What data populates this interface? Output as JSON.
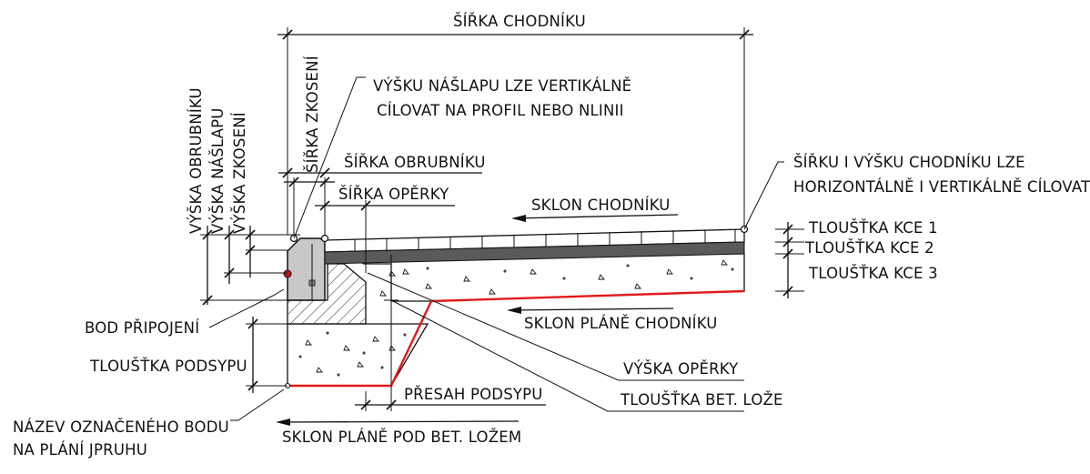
{
  "labels": {
    "sirka_chodniku": "ŠÍŘKA CHODNÍKU",
    "sirka_zkoseni": "ŠÍŘKA ZKOSENÍ",
    "vysku_naslapu_1": "VÝŠKU  NÁŠLAPU LZE VERTIKÁLNĚ",
    "vysku_naslapu_2": "CÍLOVAT NA PROFIL NEBO NLINII",
    "vyska_obrubniku": "VÝŠKA OBRUBNÍKU",
    "vyska_naslapu": "VÝŠKA NÁŠLAPU",
    "vyska_zkoseni": "VÝŠKA ZKOSENÍ",
    "sirka_obrubniku": "ŠÍŘKA OBRUBNÍKU",
    "sirka_operky": "ŠÍŘKA OPĚRKY",
    "sklon_chodniku": "SKLON CHODNÍKU",
    "sirku_vysku_1": "ŠÍŘKU I VÝŠKU CHODNÍKU LZE",
    "sirku_vysku_2": "HORIZONTÁLNĚ I VERTIKÁLNĚ CÍLOVAT",
    "tloustka_kce_1": "TLOUŠŤKA KCE 1",
    "tloustka_kce_2": "TLOUŠŤKA KCE 2",
    "tloustka_kce_3": "TLOUŠŤKA KCE 3",
    "bod_pripojeni": "BOD PŘIPOJENÍ",
    "sklon_plane_chodniku": "SKLON PLÁNĚ CHODNÍKU",
    "tloustka_podsypu": "TLOUŠŤKA PODSYPU",
    "vyska_operky": "VÝŠKA OPĚRKY",
    "tloustka_bet_loze": "TLOUŠŤKA BET. LOŽE",
    "presah_podsypu": "PŘESAH PODSYPU",
    "nazev_bodu_1": "NÁZEV OZNAČENÉHO BODU",
    "nazev_bodu_2": "NA PLÁNÍ JPRUHU",
    "sklon_plane_pod_lozem": "SKLON PLÁNĚ POD BET. LOŽEM"
  },
  "colors": {
    "line": "#111111",
    "subgrade_line": "#e21a1a",
    "curb_fill": "#c8c8c8",
    "layer2_fill": "#5a5a5a",
    "layer1_fill": "#ffffff",
    "connection_point": "#c0141c"
  }
}
